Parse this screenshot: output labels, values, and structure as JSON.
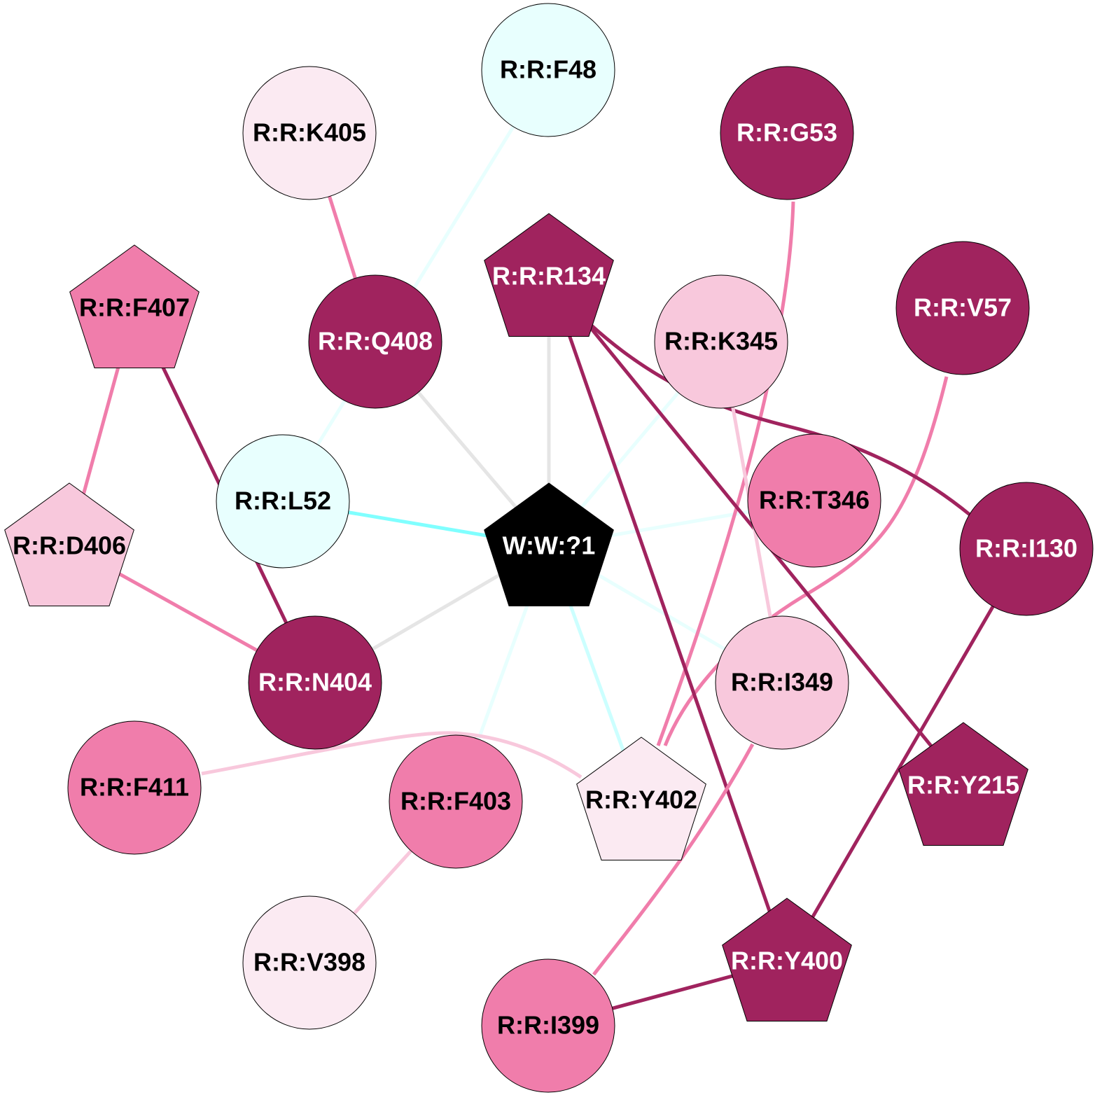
{
  "colors": {
    "dark": "#A0235E",
    "pink": "#F07DAB",
    "light_pink": "#F8C8DC",
    "very_light": "#FBEAF2",
    "light_cyan": "#E8FFFE",
    "cyan": "#80FFFF",
    "pale_cyan": "#CCFFFF",
    "gray": "#E5E5E5",
    "black": "#000000"
  },
  "nodes": [
    {
      "id": "F48",
      "label": "R:R:F48",
      "shape": "circle",
      "fill": "light_cyan"
    },
    {
      "id": "K405",
      "label": "R:R:K405",
      "shape": "circle",
      "fill": "very_light"
    },
    {
      "id": "G53",
      "label": "R:R:G53",
      "shape": "circle",
      "fill": "dark"
    },
    {
      "id": "R134",
      "label": "R:R:R134",
      "shape": "pentagon",
      "fill": "dark"
    },
    {
      "id": "V57",
      "label": "R:R:V57",
      "shape": "circle",
      "fill": "dark"
    },
    {
      "id": "F407",
      "label": "R:R:F407",
      "shape": "pentagon",
      "fill": "pink"
    },
    {
      "id": "Q408",
      "label": "R:R:Q408",
      "shape": "circle",
      "fill": "dark"
    },
    {
      "id": "K345",
      "label": "R:R:K345",
      "shape": "circle",
      "fill": "light_pink"
    },
    {
      "id": "L52",
      "label": "R:R:L52",
      "shape": "circle",
      "fill": "light_cyan"
    },
    {
      "id": "W1",
      "label": "W:W:?1",
      "shape": "pentagon",
      "fill": "black"
    },
    {
      "id": "T346",
      "label": "R:R:T346",
      "shape": "circle",
      "fill": "pink"
    },
    {
      "id": "I130",
      "label": "R:R:I130",
      "shape": "circle",
      "fill": "dark"
    },
    {
      "id": "D406",
      "label": "R:R:D406",
      "shape": "pentagon",
      "fill": "light_pink"
    },
    {
      "id": "N404",
      "label": "R:R:N404",
      "shape": "circle",
      "fill": "dark"
    },
    {
      "id": "I349",
      "label": "R:R:I349",
      "shape": "circle",
      "fill": "light_pink"
    },
    {
      "id": "F411",
      "label": "R:R:F411",
      "shape": "circle",
      "fill": "pink"
    },
    {
      "id": "F403",
      "label": "R:R:F403",
      "shape": "circle",
      "fill": "pink"
    },
    {
      "id": "Y402",
      "label": "R:R:Y402",
      "shape": "pentagon",
      "fill": "very_light"
    },
    {
      "id": "Y215",
      "label": "R:R:Y215",
      "shape": "pentagon",
      "fill": "dark"
    },
    {
      "id": "V398",
      "label": "R:R:V398",
      "shape": "circle",
      "fill": "very_light"
    },
    {
      "id": "Y400",
      "label": "R:R:Y400",
      "shape": "pentagon",
      "fill": "dark"
    },
    {
      "id": "I399",
      "label": "R:R:I399",
      "shape": "circle",
      "fill": "pink"
    }
  ],
  "edges": [
    {
      "from": "W1",
      "to": "Q408",
      "color": "gray"
    },
    {
      "from": "W1",
      "to": "R134",
      "color": "gray"
    },
    {
      "from": "W1",
      "to": "N404",
      "color": "gray"
    },
    {
      "from": "W1",
      "to": "L52",
      "color": "cyan"
    },
    {
      "from": "W1",
      "to": "K345",
      "color": "light_cyan"
    },
    {
      "from": "W1",
      "to": "T346",
      "color": "light_cyan"
    },
    {
      "from": "W1",
      "to": "I349",
      "color": "light_cyan"
    },
    {
      "from": "W1",
      "to": "Y402",
      "color": "pale_cyan"
    },
    {
      "from": "W1",
      "to": "F403",
      "color": "light_cyan"
    },
    {
      "from": "F48",
      "to": "L52",
      "color": "light_cyan"
    },
    {
      "from": "K405",
      "to": "Q408",
      "color": "pink"
    },
    {
      "from": "F407",
      "to": "D406",
      "color": "pink"
    },
    {
      "from": "F407",
      "to": "N404",
      "color": "dark"
    },
    {
      "from": "D406",
      "to": "N404",
      "color": "pink"
    },
    {
      "from": "G53",
      "to": "Y402",
      "color": "pink"
    },
    {
      "from": "V57",
      "to": "Y402",
      "color": "pink"
    },
    {
      "from": "R134",
      "to": "Y400",
      "color": "dark"
    },
    {
      "from": "R134",
      "to": "Y215",
      "color": "dark"
    },
    {
      "from": "R134",
      "to": "I130",
      "color": "dark"
    },
    {
      "from": "K345",
      "to": "I349",
      "color": "light_pink"
    },
    {
      "from": "I130",
      "to": "Y400",
      "color": "dark"
    },
    {
      "from": "I349",
      "to": "I399",
      "color": "pink"
    },
    {
      "from": "I399",
      "to": "Y400",
      "color": "dark"
    },
    {
      "from": "F411",
      "to": "Y402",
      "color": "light_pink"
    },
    {
      "from": "F403",
      "to": "V398",
      "color": "light_pink"
    }
  ]
}
